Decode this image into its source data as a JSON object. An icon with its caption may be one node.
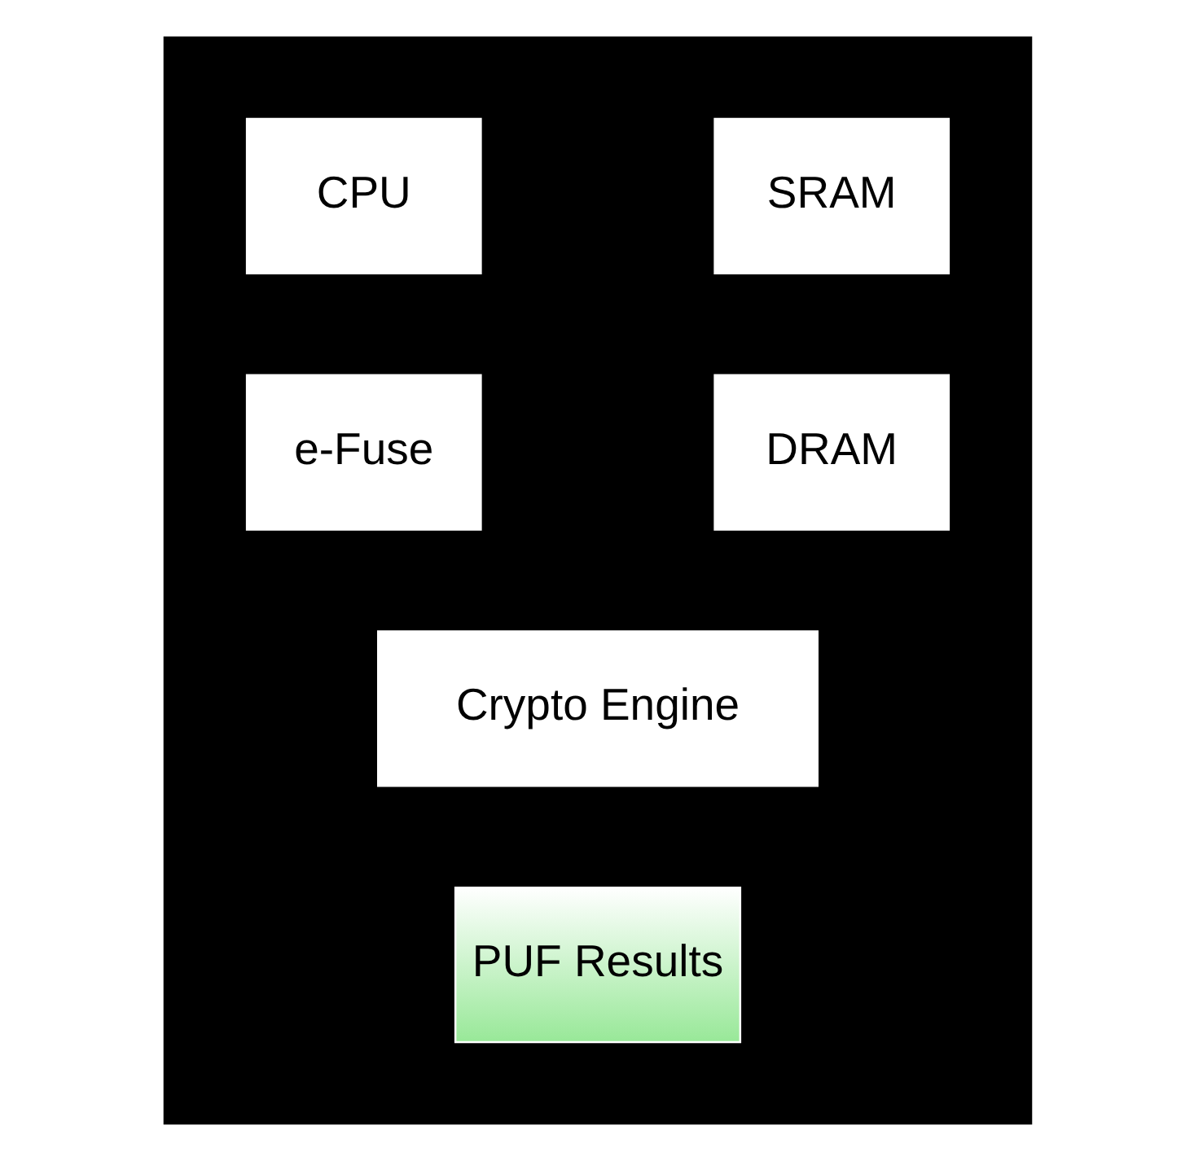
{
  "diagram": {
    "nodes": [
      {
        "text": [],
        "shape": "box"
      },
      {
        "text": [
          "CPU"
        ],
        "in": 0
      },
      {
        "text": [
          "SRAM"
        ],
        "in": 0
      },
      {
        "text": [
          "e-Fuse"
        ],
        "in": 0
      },
      {
        "text": [
          "DRAM"
        ],
        "in": 0
      },
      {
        "text": [
          "Crypto Engine"
        ],
        "in": 0
      },
      {
        "text": [
          "PUF Results"
        ],
        "in": 0
      }
    ],
    "edges": []
  }
}
